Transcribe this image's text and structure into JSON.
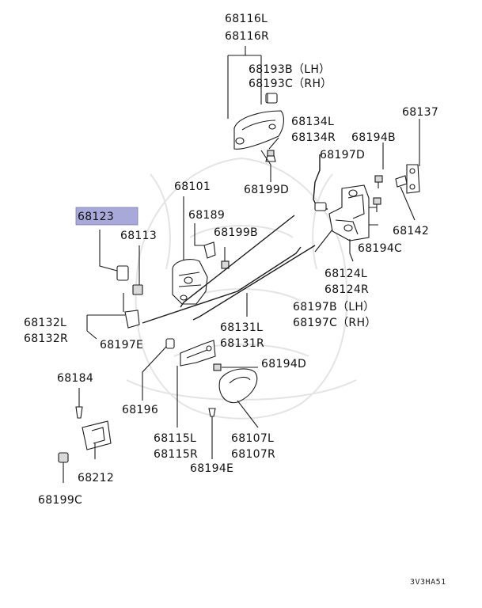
{
  "diagram": {
    "highlight_color": "#a9a9d9",
    "labels": {
      "p68116": [
        "68116L",
        "68116R"
      ],
      "p68193": [
        "68193B（LH）",
        "68193C（RH）"
      ],
      "p68134": [
        "68134L",
        "68134R"
      ],
      "p68137": "68137",
      "p68194b": "68194B",
      "p68197d": "68197D",
      "p68199d": "68199D",
      "p68142": "68142",
      "p68194c": "68194C",
      "p68101": "68101",
      "p68189": "68189",
      "p68123": "68123",
      "p68113": "68113",
      "p68199b": "68199B",
      "p68124": [
        "68124L",
        "68124R"
      ],
      "p68197b": [
        "68197B（LH）",
        "68197C（RH）"
      ],
      "p68132": [
        "68132L",
        "68132R"
      ],
      "p68197e": "68197E",
      "p68131": [
        "68131L",
        "68131R"
      ],
      "p68194d": "68194D",
      "p68196": "68196",
      "p68184": "68184",
      "p68115": [
        "68115L",
        "68115R"
      ],
      "p68107": [
        "68107L",
        "68107R"
      ],
      "p68194e": "68194E",
      "p68212": "68212",
      "p68199c": "68199C"
    },
    "diagram_code": "3V3HA51"
  }
}
